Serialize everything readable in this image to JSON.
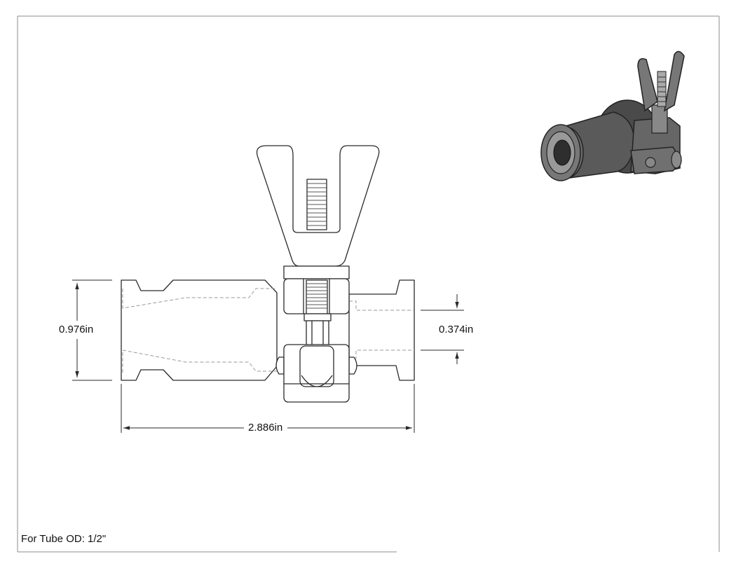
{
  "drawing": {
    "dimensions": {
      "overall_height": "0.976in",
      "bore_diameter": "0.374in",
      "overall_length": "2.886in"
    },
    "note": "For Tube OD: 1/2\""
  },
  "colors": {
    "line": "#2a2a2a",
    "hidden_line": "#9a9a9a",
    "border": "#8c8c8c",
    "iso_body": "#555555",
    "iso_dark": "#2e2e2e",
    "iso_light": "#9a9a9a"
  }
}
